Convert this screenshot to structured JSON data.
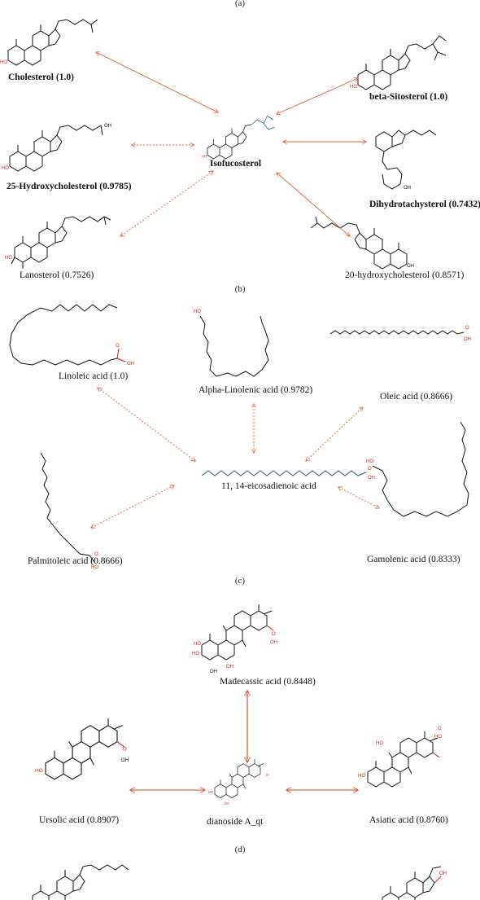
{
  "panels": {
    "a": {
      "label": "(a)",
      "center": "Isofucosterol",
      "compounds": [
        "Cholesterol (1.0)",
        "beta-Sitosterol (1.0)",
        "25-Hydroxycholesterol (0.9785)",
        "Dihydrotachysterol (0.7432)",
        "Lanosterol (0.7526)",
        "20-hydroxycholesterol (0.8571)"
      ]
    },
    "b": {
      "label": "(b)",
      "center": "11, 14-eicosadienoic acid",
      "compounds": [
        "Linoleic acid (1.0)",
        "Alpha-Linolenic acid (0.9782)",
        "Oleic acid (0.8666)",
        "Palmitoleic acid (0.8666)",
        "Gamolenic acid (0.8333)"
      ]
    },
    "c": {
      "label": "(c)",
      "center": "dianoside A_qt",
      "compounds": [
        "Madecassic acid (0.8448)",
        "Ursolic acid (0.8907)",
        "Asiatic acid (0.8760)"
      ]
    },
    "d": {
      "label": "(d)"
    }
  },
  "colors": {
    "arrow": "#e25c3b",
    "heteroatom": "#d21f14",
    "bond": "#111111"
  }
}
